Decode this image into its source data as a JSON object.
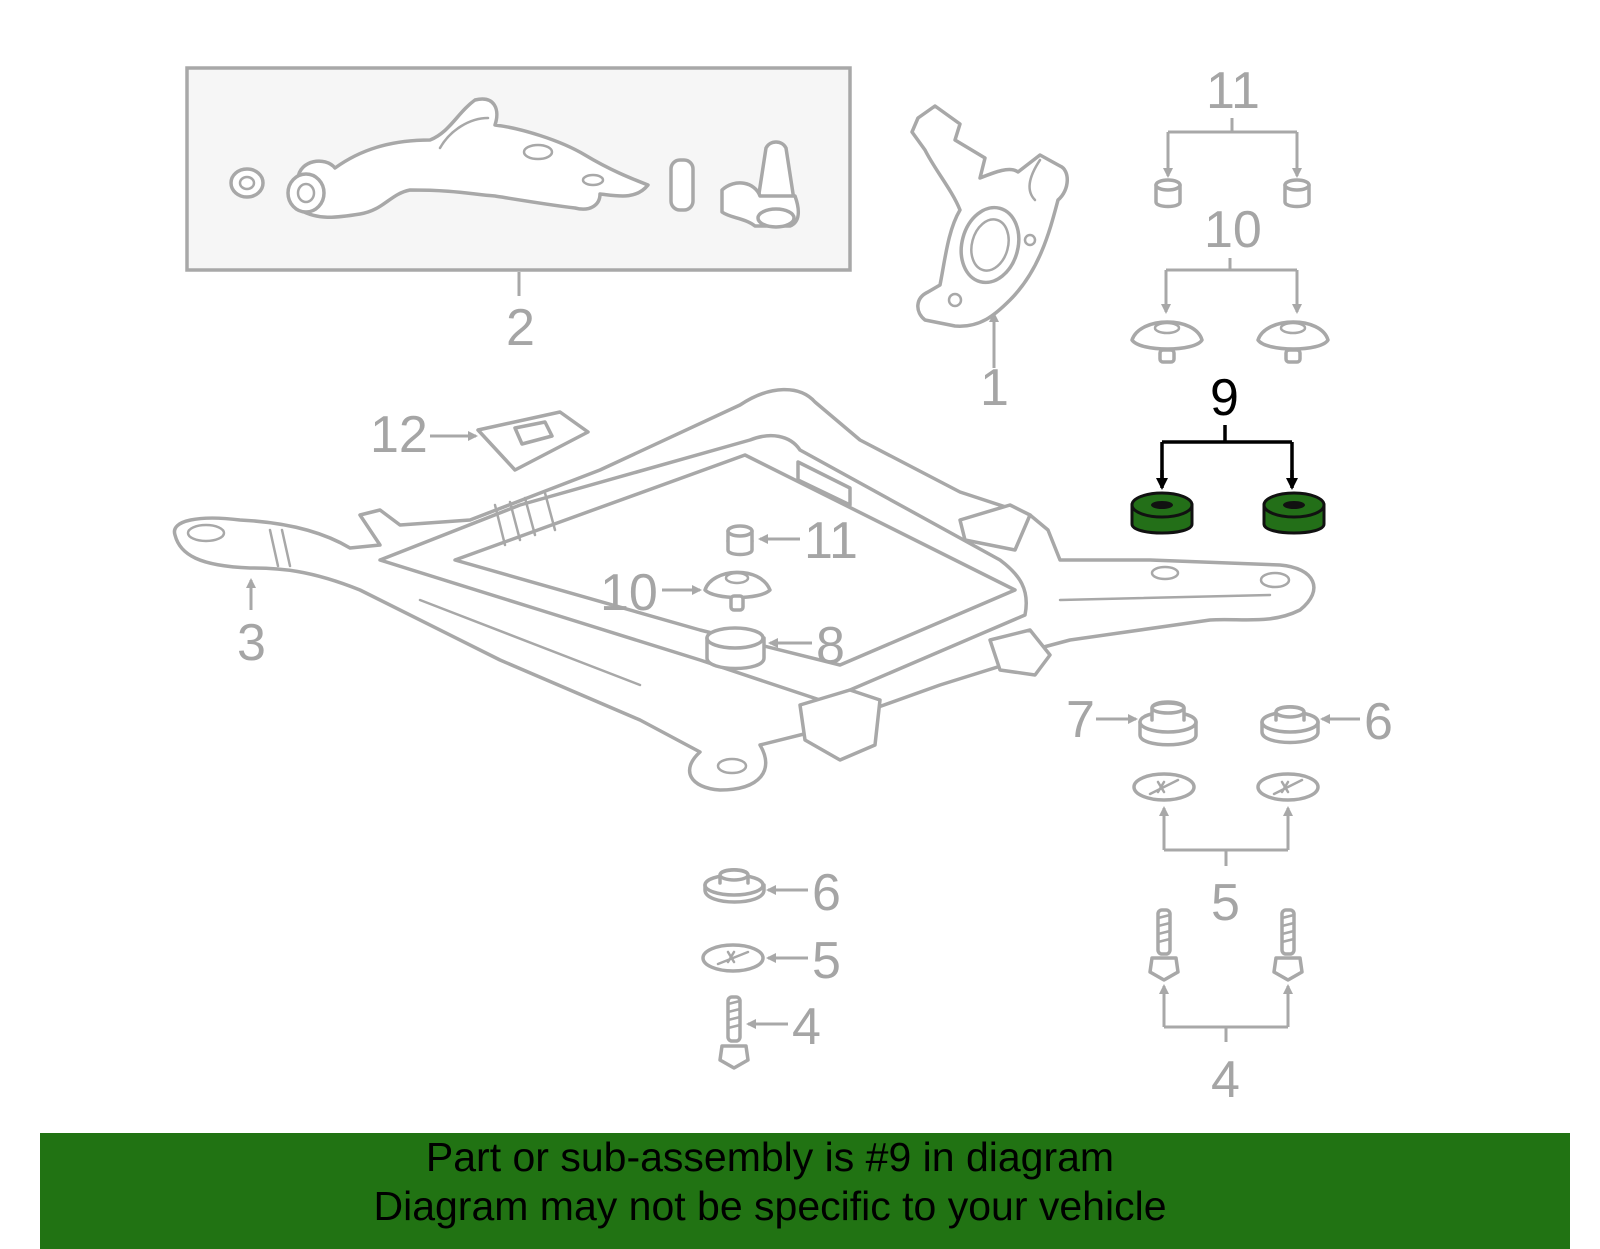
{
  "callouts": {
    "c1": "1",
    "c2": "2",
    "c3": "3",
    "c4a": "4",
    "c4b": "4",
    "c5a": "5",
    "c5b": "5",
    "c6a": "6",
    "c6b": "6",
    "c7": "7",
    "c8": "8",
    "c9": "9",
    "c10a": "10",
    "c10b": "10",
    "c11a": "11",
    "c11b": "11",
    "c12": "12"
  },
  "highlight": {
    "part_number": "9",
    "color": "#217313"
  },
  "banner": {
    "line1": "Part or sub-assembly is #9 in diagram",
    "line2": "Diagram may not be specific to your vehicle",
    "background": "#217313"
  }
}
